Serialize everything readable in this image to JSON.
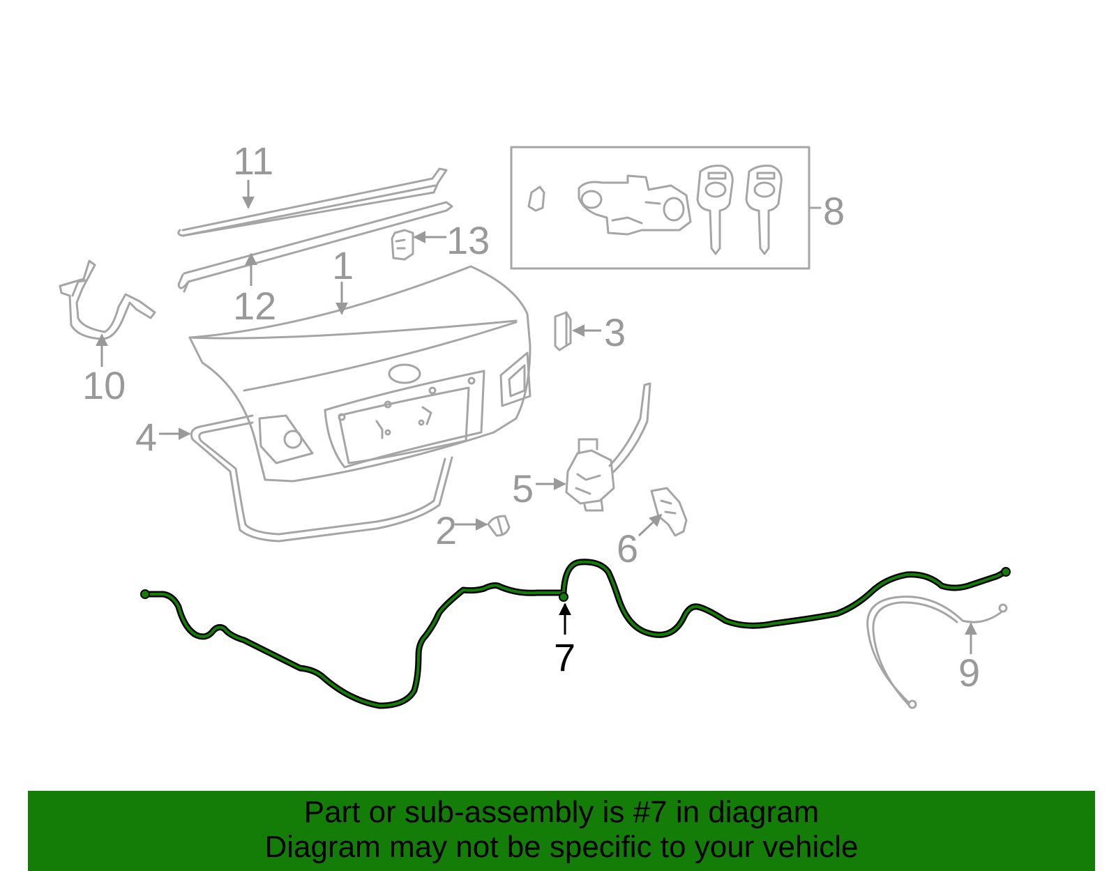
{
  "diagram": {
    "callouts": {
      "c1": "1",
      "c2": "2",
      "c3": "3",
      "c4": "4",
      "c5": "5",
      "c6": "6",
      "c7": "7",
      "c8": "8",
      "c9": "9",
      "c10": "10",
      "c11": "11",
      "c12": "12",
      "c13": "13"
    },
    "highlighted_part": "7",
    "colors": {
      "highlight": "#137d08",
      "line_art": "#a5a5a5",
      "callout_text": "#999999"
    }
  },
  "banner": {
    "line1": "Part or sub-assembly is #7 in diagram",
    "line2": "Diagram may not be specific to your vehicle"
  }
}
